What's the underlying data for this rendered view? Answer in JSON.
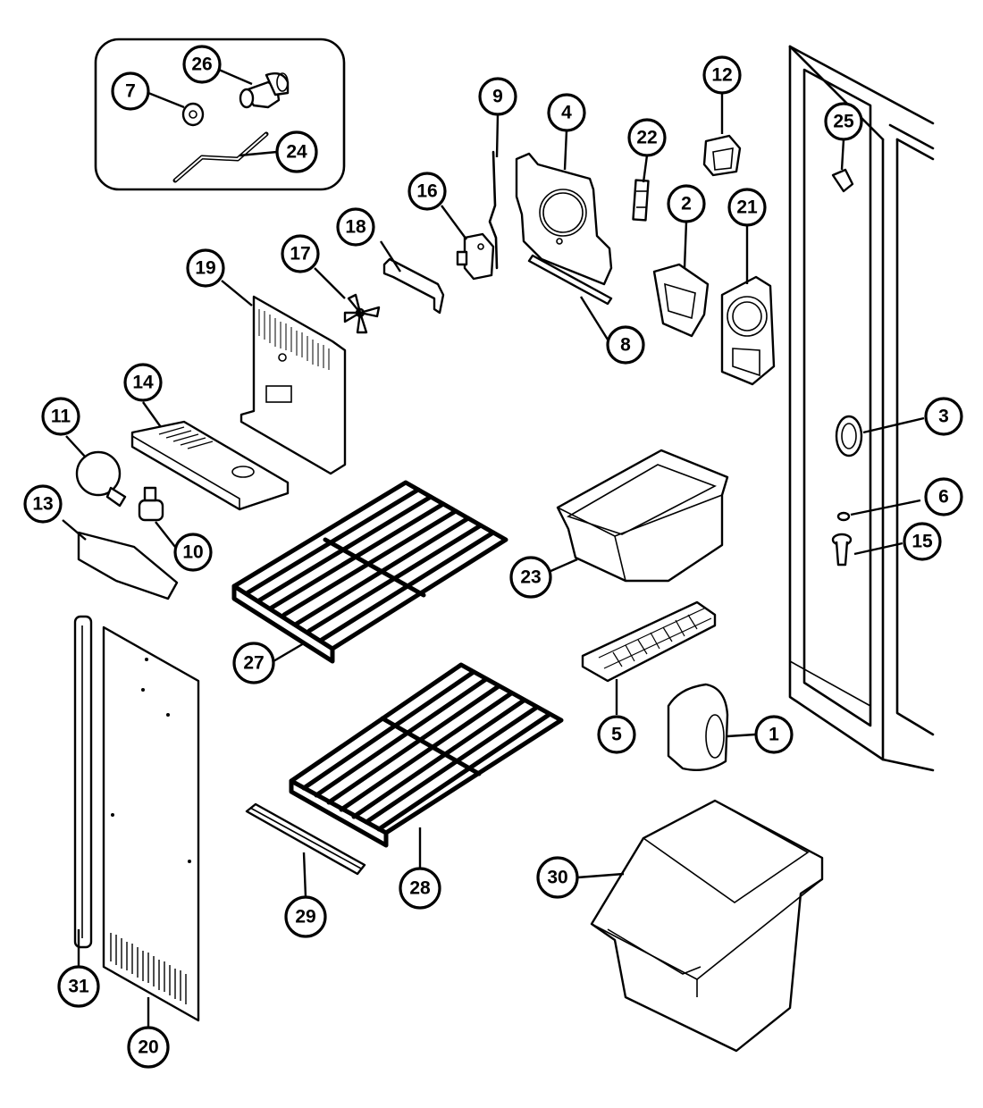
{
  "callouts": [
    {
      "id": "c1",
      "label": "1"
    },
    {
      "id": "c2",
      "label": "2"
    },
    {
      "id": "c3",
      "label": "3"
    },
    {
      "id": "c4",
      "label": "4"
    },
    {
      "id": "c5",
      "label": "5"
    },
    {
      "id": "c6",
      "label": "6"
    },
    {
      "id": "c7",
      "label": "7"
    },
    {
      "id": "c8",
      "label": "8"
    },
    {
      "id": "c9",
      "label": "9"
    },
    {
      "id": "c10",
      "label": "10"
    },
    {
      "id": "c11",
      "label": "11"
    },
    {
      "id": "c12",
      "label": "12"
    },
    {
      "id": "c13",
      "label": "13"
    },
    {
      "id": "c14",
      "label": "14"
    },
    {
      "id": "c15",
      "label": "15"
    },
    {
      "id": "c16",
      "label": "16"
    },
    {
      "id": "c17",
      "label": "17"
    },
    {
      "id": "c18",
      "label": "18"
    },
    {
      "id": "c19",
      "label": "19"
    },
    {
      "id": "c20",
      "label": "20"
    },
    {
      "id": "c21",
      "label": "21"
    },
    {
      "id": "c22",
      "label": "22"
    },
    {
      "id": "c23",
      "label": "23"
    },
    {
      "id": "c24",
      "label": "24"
    },
    {
      "id": "c25",
      "label": "25"
    },
    {
      "id": "c26",
      "label": "26"
    },
    {
      "id": "c27",
      "label": "27"
    },
    {
      "id": "c28",
      "label": "28"
    },
    {
      "id": "c29",
      "label": "29"
    },
    {
      "id": "c30",
      "label": "30"
    },
    {
      "id": "c31",
      "label": "31"
    }
  ],
  "parts": [
    {
      "name": "ice-bin-cover-part",
      "label": "1"
    },
    {
      "name": "air-duct-part",
      "label": "2"
    },
    {
      "name": "door-cover-part",
      "label": "3"
    },
    {
      "name": "mounting-plate-part",
      "label": "4"
    },
    {
      "name": "ice-tray-part",
      "label": "5"
    },
    {
      "name": "screw-part",
      "label": "6"
    },
    {
      "name": "washer-part",
      "label": "7"
    },
    {
      "name": "insulation-strip-part",
      "label": "8"
    },
    {
      "name": "wire-part",
      "label": "9"
    },
    {
      "name": "light-socket-part",
      "label": "10"
    },
    {
      "name": "light-bulb-part",
      "label": "11"
    },
    {
      "name": "plug-part",
      "label": "12"
    },
    {
      "name": "light-shield-part",
      "label": "13"
    },
    {
      "name": "control-housing-part",
      "label": "14"
    },
    {
      "name": "fastener-part",
      "label": "15"
    },
    {
      "name": "fan-motor-part",
      "label": "16"
    },
    {
      "name": "fan-blade-part",
      "label": "17"
    },
    {
      "name": "motor-bracket-part",
      "label": "18"
    },
    {
      "name": "rear-cover-part",
      "label": "19"
    },
    {
      "name": "rear-panel-part",
      "label": "20"
    },
    {
      "name": "fan-shroud-part",
      "label": "21"
    },
    {
      "name": "seal-part",
      "label": "22"
    },
    {
      "name": "ice-bucket-part",
      "label": "23"
    },
    {
      "name": "tube-part",
      "label": "24"
    },
    {
      "name": "button-part",
      "label": "25"
    },
    {
      "name": "water-valve-part",
      "label": "26"
    },
    {
      "name": "upper-wire-shelf-part",
      "label": "27"
    },
    {
      "name": "lower-wire-shelf-part",
      "label": "28"
    },
    {
      "name": "shelf-trim-part",
      "label": "29"
    },
    {
      "name": "storage-bin-part",
      "label": "30"
    },
    {
      "name": "side-trim-part",
      "label": "31"
    }
  ]
}
